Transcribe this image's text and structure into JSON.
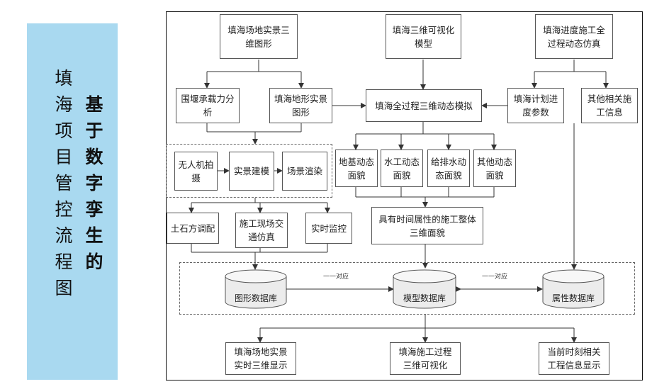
{
  "sidebar": {
    "col1": [
      "填",
      "海",
      "项",
      "目",
      "管",
      "控",
      "流",
      "程",
      "图"
    ],
    "col2": [
      "基",
      "于",
      "数",
      "字",
      "孪",
      "生",
      "的"
    ]
  },
  "diagram": {
    "top": {
      "left": "填海场地实景三\n维图形",
      "mid": "填海三维可视化\n模型",
      "right": "填海进度施工全\n过程动态仿真"
    },
    "row2": {
      "bearing": "围堰承载力分\n析",
      "terrain": "填海地形实景\n图形",
      "dynamic": "填海全过程三维动态模拟",
      "plan": "填海计划进\n度参数",
      "other_info": "其他相关施\n工信息"
    },
    "pipeline": {
      "uav": "无人机拍\n摄",
      "modeling": "实景建模",
      "render": "场景渲染"
    },
    "surfaces": {
      "foundation": "地基动态\n面貌",
      "hydraulic": "水工动态\n面貌",
      "drainage": "给排水动\n态面貌",
      "other": "其他动态\n面貌"
    },
    "row4": {
      "earthwork": "土石方调配",
      "traffic": "施工现场交\n通仿真",
      "monitor": "实时监控",
      "overall": "具有时间属性的施工整体\n三维面貌"
    },
    "db": {
      "graphic": "图形数据库",
      "model": "模型数据库",
      "attr": "属性数据库",
      "map_left": "一一对应",
      "map_right": "一一对应"
    },
    "outputs": {
      "realtime": "填海场地实景\n实时三维显示",
      "visual": "填海施工过程\n三维可视化",
      "info": "当前时刻相关\n工程信息显示"
    }
  }
}
